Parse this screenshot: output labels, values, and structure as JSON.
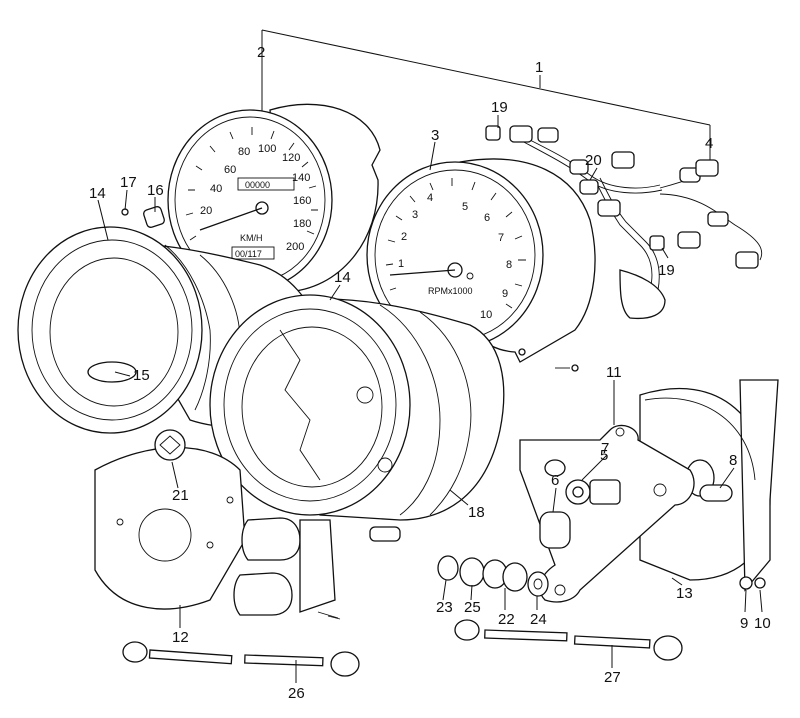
{
  "callouts": [
    "1",
    "2",
    "3",
    "4",
    "5",
    "6",
    "7",
    "8",
    "9",
    "10",
    "11",
    "12",
    "13",
    "14",
    "14",
    "15",
    "16",
    "17",
    "18",
    "19",
    "19",
    "20",
    "21",
    "22",
    "23",
    "24",
    "25",
    "26",
    "27"
  ],
  "speedometer": {
    "scale": [
      "20",
      "40",
      "60",
      "80",
      "100",
      "120",
      "140",
      "160",
      "180",
      "200"
    ],
    "unit": "KM/H",
    "odometer": "00000",
    "trip": "00/117"
  },
  "tachometer": {
    "scale": [
      "1",
      "2",
      "3",
      "4",
      "5",
      "6",
      "7",
      "8",
      "9",
      "10"
    ],
    "unit": "RPMx1000"
  }
}
